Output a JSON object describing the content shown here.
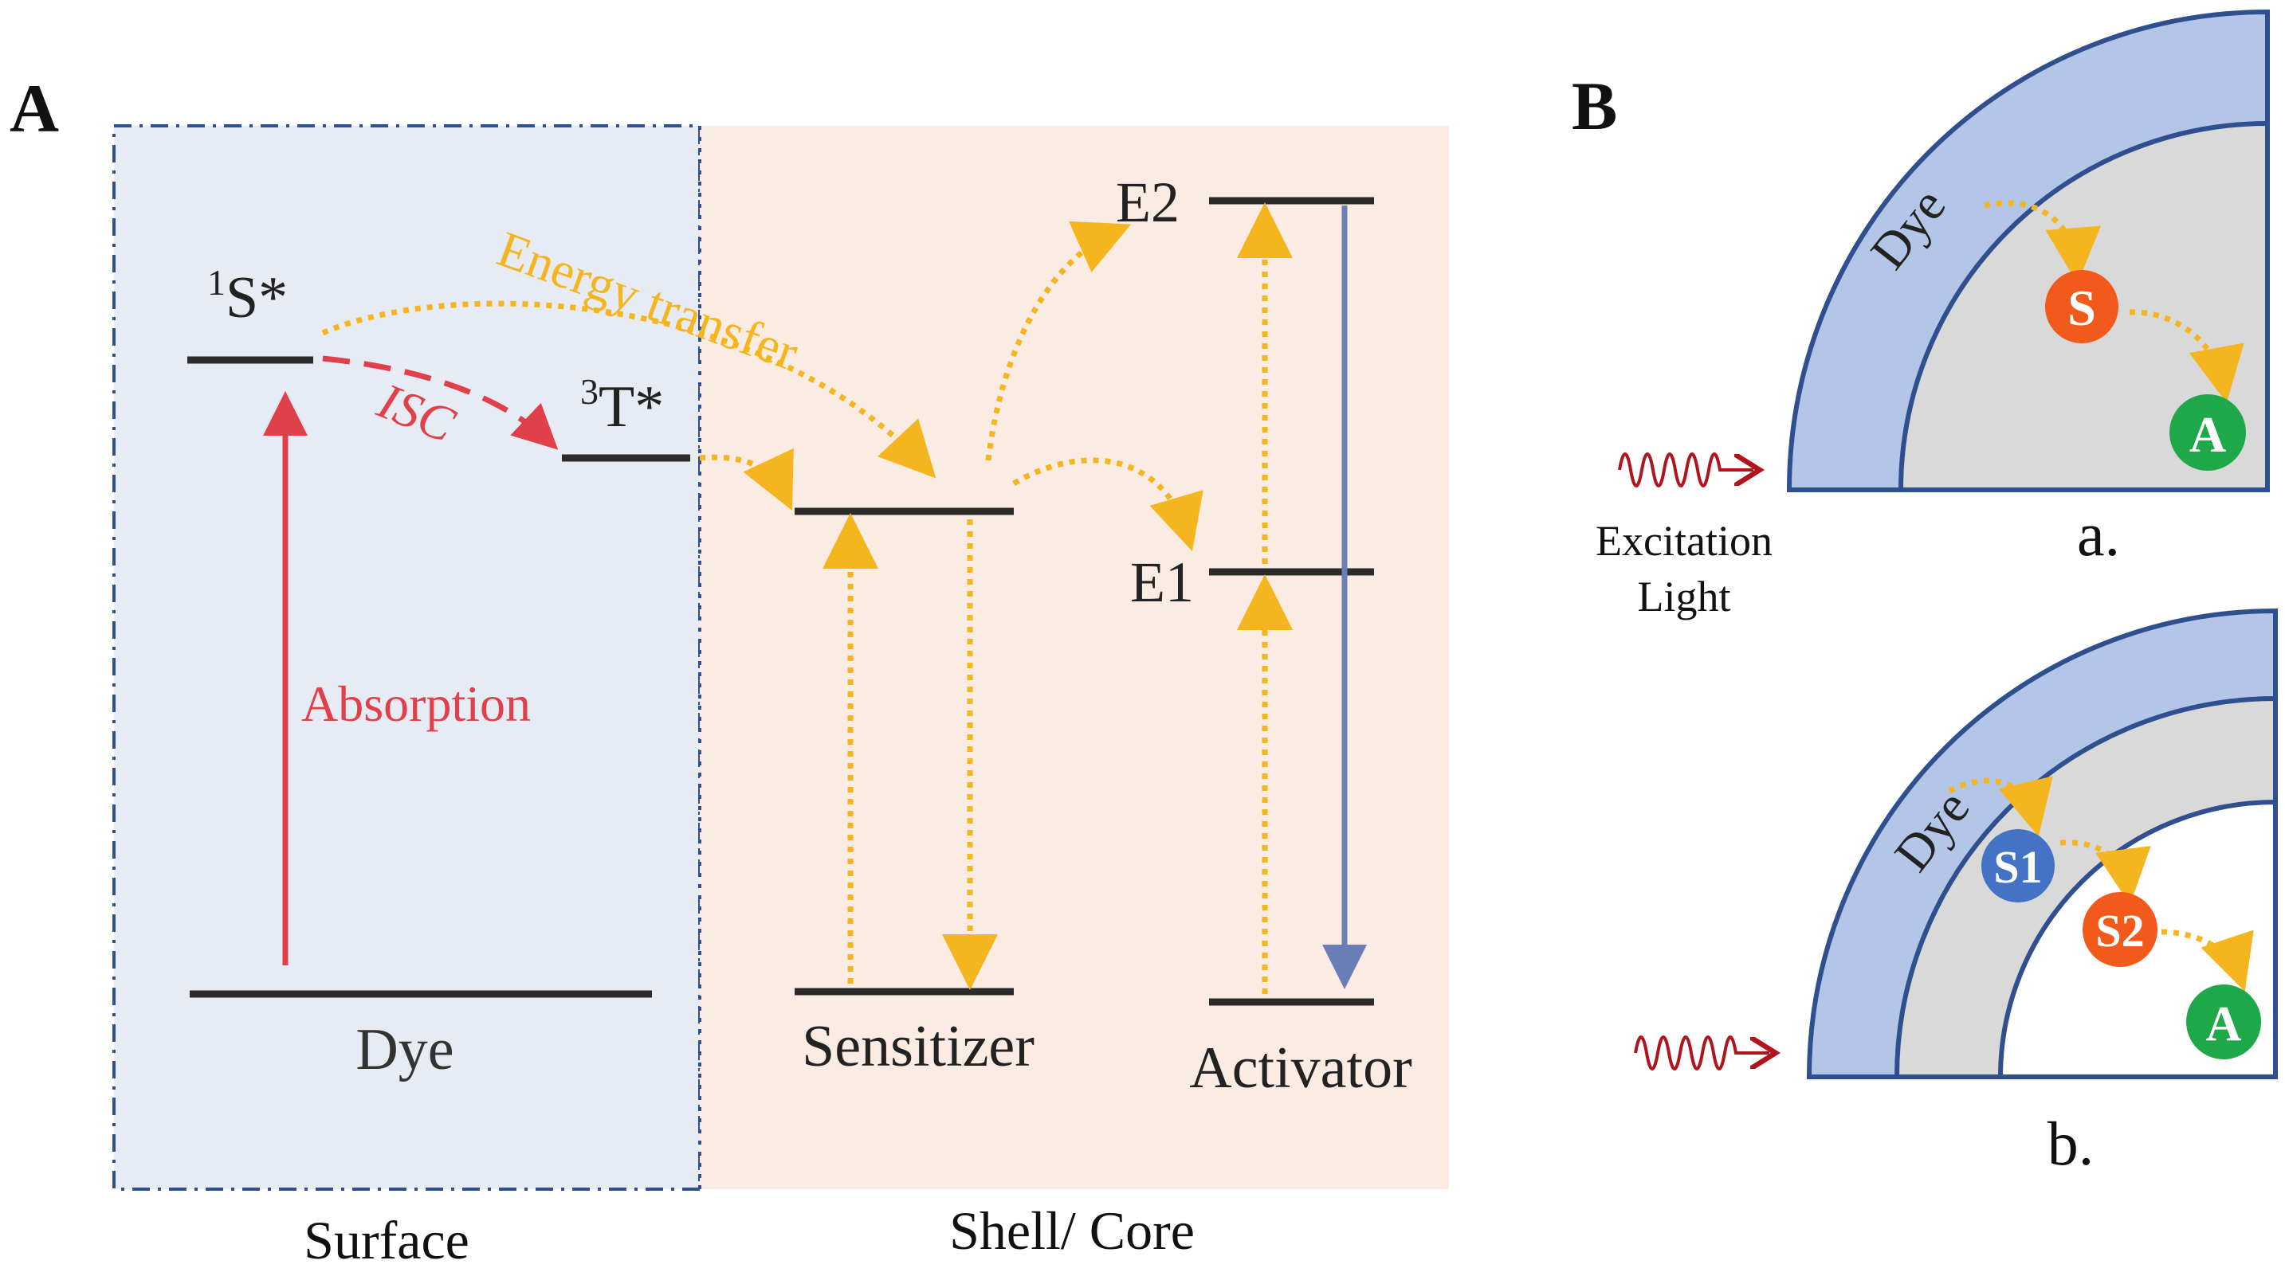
{
  "panel_a": {
    "letter": "A",
    "dye_states": {
      "singlet_sup": "1",
      "singlet_main": "S*",
      "triplet_sup": "3",
      "triplet_main": "T*"
    },
    "labels": {
      "energy_transfer": "Energy transfer",
      "isc": "ISC",
      "absorption": "Absorption",
      "e2": "E2",
      "e1": "E1",
      "dye": "Dye",
      "sensitizer": "Sensitizer",
      "activator": "Activator",
      "surface": "Surface",
      "shell_core": "Shell/ Core"
    }
  },
  "panel_b": {
    "letter": "B",
    "top": {
      "dye": "Dye",
      "node_s": "S",
      "node_a": "A",
      "excitation_line1": "Excitation",
      "excitation_line2": "Light",
      "caption": "a."
    },
    "bottom": {
      "dye": "Dye",
      "node_s1": "S1",
      "node_s2": "S2",
      "node_a": "A",
      "caption": "b."
    }
  },
  "colors": {
    "surface_bg": "#e6ebf4",
    "shell_bg": "#fbece3",
    "level_line": "#2b2b2b",
    "absorption_red": "#e0404a",
    "energy_yellow": "#f5b51f",
    "emission_blue": "#6a7fb8",
    "dye_shell_blue": "#b4c6e7",
    "outline_blue": "#2f4f8f",
    "core_gray": "#d9d9d9",
    "node_orange": "#f25a1c",
    "node_green": "#1fa84a",
    "node_blue": "#4472c4",
    "wave_red": "#b0141c"
  }
}
